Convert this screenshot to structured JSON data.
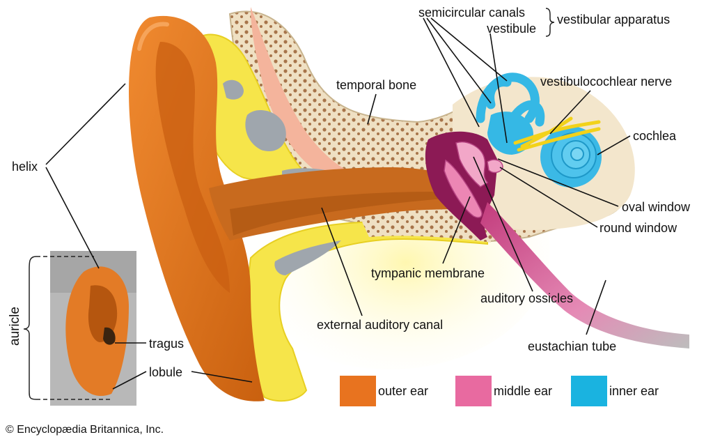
{
  "labels": {
    "semicircular_canals": "semicircular canals",
    "vestibule": "vestibule",
    "vestibular_apparatus": "vestibular apparatus",
    "temporal_bone": "temporal bone",
    "vestibulocochlear_nerve": "vestibulocochlear nerve",
    "cochlea": "cochlea",
    "helix": "helix",
    "oval_window": "oval window",
    "round_window": "round window",
    "tympanic_membrane": "tympanic membrane",
    "auditory_ossicles": "auditory ossicles",
    "external_auditory_canal": "external auditory canal",
    "eustachian_tube": "eustachian tube",
    "auricle": "auricle",
    "tragus": "tragus",
    "lobule": "lobule"
  },
  "legend": [
    {
      "label": "outer ear",
      "color": "#e8731f"
    },
    {
      "label": "middle ear",
      "color": "#e86aa0"
    },
    {
      "label": "inner ear",
      "color": "#1ab3e0"
    }
  ],
  "credit": "© Encyclopædia Britannica, Inc.",
  "colors": {
    "outer": "#e07a25",
    "outer_dark": "#b55410",
    "middle": "#e070a5",
    "middle_dark": "#8c1a55",
    "inner": "#35b8e5",
    "bone": "#efe1c6",
    "marrow": "#f5e43a",
    "nerve": "#f2d21a"
  }
}
